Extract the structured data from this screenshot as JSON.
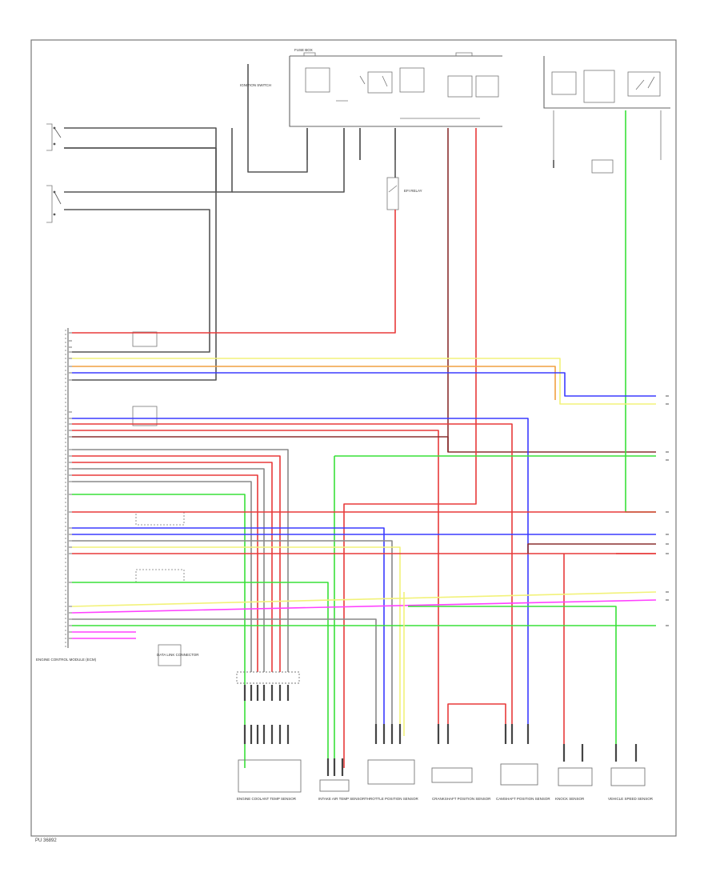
{
  "colors": {
    "red": "#e83a3a",
    "blue": "#3b3bff",
    "green": "#39e039",
    "yellow": "#f2f27a",
    "orange": "#f0a040",
    "magenta": "#ff40ff",
    "brown": "#8a3030",
    "gray": "#888888",
    "black": "#555555",
    "frame": "#777777"
  },
  "diagram": {
    "footer_code": "PU 36892"
  },
  "components": {
    "engine_control_module_label": "ENGINE CONTROL MODULE (ECM)",
    "engine_coolant_temp_sensor_label": "ENGINE COOLANT TEMP SENSOR",
    "intake_air_temp_sensor_label": "INTAKE AIR TEMP SENSOR",
    "throttle_position_sensor_label": "THROTTLE POSITION SENSOR",
    "crankshaft_position_sensor_label": "CRANKSHAFT POSITION SENSOR",
    "camshaft_position_sensor_label": "CAMSHAFT POSITION SENSOR",
    "knock_sensor_label": "KNOCK SENSOR",
    "vehicle_speed_sensor_label": "VEHICLE SPEED SENSOR",
    "fuse_box_label": "FUSE BOX",
    "ignition_switch_label": "IGNITION SWITCH",
    "efi_relay_label": "EFI RELAY",
    "data_link_connector_label": "DATA LINK CONNECTOR"
  }
}
